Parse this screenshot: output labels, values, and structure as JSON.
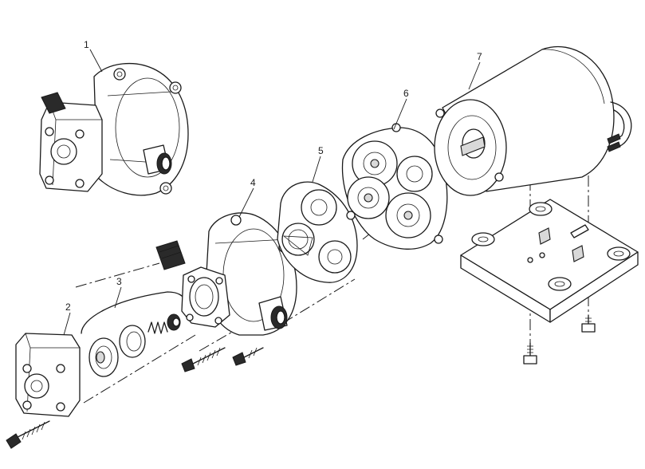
{
  "callouts": {
    "c1": "1",
    "c2": "2",
    "c3": "3",
    "c4": "4",
    "c5": "5",
    "c6": "6",
    "c7": "7"
  }
}
